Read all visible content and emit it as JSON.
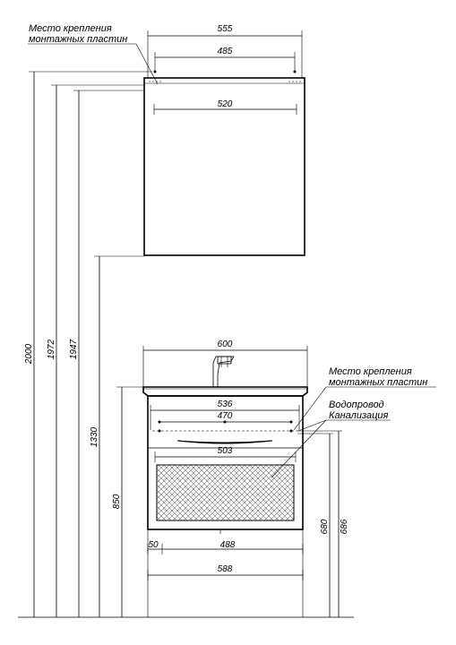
{
  "mirror_cabinet": {
    "note_line1": "Место крепления",
    "note_line2": "монтажных пластин",
    "dim_width": "555",
    "dim_plate_spacing": "485",
    "dim_inner": "520"
  },
  "vanity": {
    "note_mount_line1": "Место крепления",
    "note_mount_line2": "монтажных пластин",
    "note_water": "Водопровод",
    "note_sewer": "Канализация",
    "dim_basin_width": "600",
    "dim_536": "536",
    "dim_470": "470",
    "dim_503": "503",
    "dim_50": "50",
    "dim_488": "488",
    "dim_588": "588"
  },
  "vertical_dims": {
    "h2000": "2000",
    "h1972": "1972",
    "h1947": "1947",
    "h1330": "1330",
    "h850": "850",
    "h680": "680",
    "h686": "686"
  }
}
